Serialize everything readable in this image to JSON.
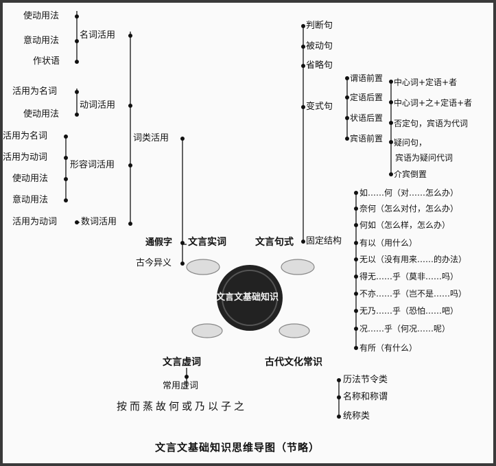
{
  "center": "文言文基础知识",
  "left": {
    "mingci": {
      "label": "名词活用",
      "items": [
        "使动用法",
        "意动用法",
        "作状语"
      ]
    },
    "dongci": {
      "label": "动词活用",
      "items": [
        "活用为名词",
        "使动用法"
      ]
    },
    "xingrongci": {
      "label": "形容词活用",
      "items": [
        "活用为名词",
        "活用为动词",
        "使动用法",
        "意动用法"
      ]
    },
    "shuci": {
      "label": "数词活用",
      "items": [
        "活用为动词"
      ]
    },
    "cilei": "词类活用",
    "tongjiazi": "通假字",
    "gujin": "古今异义",
    "shici": "文言实词"
  },
  "right": {
    "juzi": "文言句式",
    "panduan": "判断句",
    "beidong": "被动句",
    "shenglue": "省略句",
    "bianshi": "变式句",
    "bianshi_items": [
      "谓语前置",
      "定语后置",
      "状语后置",
      "宾语前置"
    ],
    "bianshi_sub": [
      "中心词+定语+者",
      "中心词+之+定语+者",
      "否定句，宾语为代词",
      "疑问句，",
      "宾语为疑问代词",
      "介宾倒置"
    ],
    "guding": "固定结构",
    "guding_items": [
      "如……何（对……怎么办）",
      "奈何（怎么对付，怎么办）",
      "何如（怎么样，怎么办）",
      "有以（用什么）",
      "无以（没有用来……的办法）",
      "得无……乎（莫非……吗）",
      "不亦……乎（岂不是……吗）",
      "无乃……乎（恐怕……吧）",
      "况……乎（何况……呢）",
      "有所（有什么）"
    ]
  },
  "bottom": {
    "xuci": "文言虚词",
    "changyong": "常用虚词",
    "xuci_list": "按而蒸故何或乃以子之",
    "wenhua": "古代文化常识",
    "wenhua_items": [
      "历法节令类",
      "名称和称谓",
      "统称类"
    ]
  },
  "footer": "文言文基础知识思维导图（节略）"
}
